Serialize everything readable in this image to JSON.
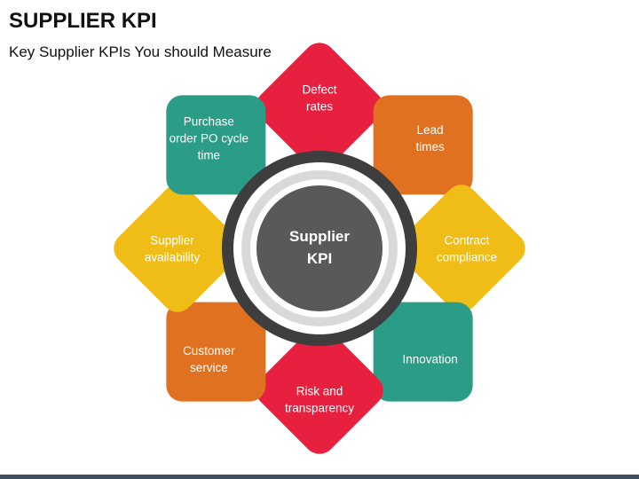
{
  "header": {
    "title": "SUPPLIER KPI",
    "subtitle": "Key Supplier KPIs You should Measure"
  },
  "center": {
    "line1": "Supplier",
    "line2": "KPI"
  },
  "petals": [
    {
      "name": "defect-rates",
      "lines": [
        "Defect",
        "rates"
      ],
      "color": "#e8203f"
    },
    {
      "name": "lead-times",
      "lines": [
        "Lead",
        "times"
      ],
      "color": "#e07120"
    },
    {
      "name": "contract-compliance",
      "lines": [
        "Contract",
        "compliance"
      ],
      "color": "#f0bd17"
    },
    {
      "name": "innovation",
      "lines": [
        "Innovation"
      ],
      "color": "#2b9c86"
    },
    {
      "name": "risk-and-transparency",
      "lines": [
        "Risk and",
        "transparency"
      ],
      "color": "#e8203f"
    },
    {
      "name": "customer-service",
      "lines": [
        "Customer",
        "service"
      ],
      "color": "#e07120"
    },
    {
      "name": "supplier-availability",
      "lines": [
        "Supplier",
        "availability"
      ],
      "color": "#f0bd17"
    },
    {
      "name": "purchase-order-cycle",
      "lines": [
        "Purchase",
        "order PO cycle",
        "time"
      ],
      "color": "#2b9c86"
    }
  ],
  "colors": {
    "ring_outer": "#3e3e3e",
    "ring_white": "#ffffff",
    "ring_gray": "#d9d9d9",
    "core": "#595959",
    "bottom_bar": "#3d4f63"
  }
}
